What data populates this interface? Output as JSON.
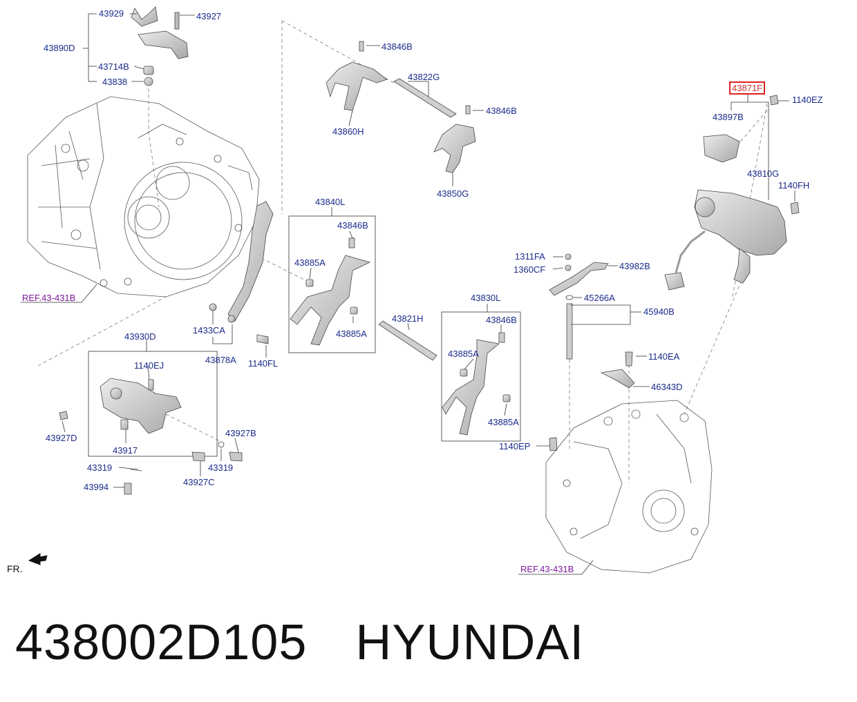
{
  "labels": {
    "p43929": "43929",
    "p43927": "43927",
    "p43890D": "43890D",
    "p43714B": "43714B",
    "p43838": "43838",
    "p43846B_a": "43846B",
    "p43822G": "43822G",
    "p43846B_b": "43846B",
    "p43860H": "43860H",
    "p43850G": "43850G",
    "p43871F": "43871F",
    "p1140EZ": "1140EZ",
    "p43897B": "43897B",
    "p43810G": "43810G",
    "p1140FH": "1140FH",
    "p43840L": "43840L",
    "p43846B_c": "43846B",
    "p43885A_a": "43885A",
    "p43885A_b": "43885A",
    "p1311FA": "1311FA",
    "p1360CF": "1360CF",
    "p43982B": "43982B",
    "ref_left": "REF.43-431B",
    "p45266A": "45266A",
    "p45940B": "45940B",
    "p43830L": "43830L",
    "p43846B_d": "43846B",
    "p43821H": "43821H",
    "p43885A_c": "43885A",
    "p43885A_d": "43885A",
    "p1433CA": "1433CA",
    "p43878A": "43878A",
    "p1140FL": "1140FL",
    "p43930D": "43930D",
    "p1140EJ": "1140EJ",
    "p1140EA": "1140EA",
    "p46343D": "46343D",
    "p43927D": "43927D",
    "p43917": "43917",
    "p43927B": "43927B",
    "p43319_a": "43319",
    "p43319_b": "43319",
    "p43927C": "43927C",
    "p43994": "43994",
    "p1140EP": "1140EP",
    "ref_right": "REF.43-431B",
    "fr": "FR."
  },
  "footer": {
    "part_number": "438002D105",
    "brand": "HYUNDAI"
  },
  "colors": {
    "label": "#1a2a8a",
    "reference": "#7a1a9a",
    "highlight": "#e02020",
    "line": "#333333",
    "part_fill": "#d4d4d4"
  }
}
